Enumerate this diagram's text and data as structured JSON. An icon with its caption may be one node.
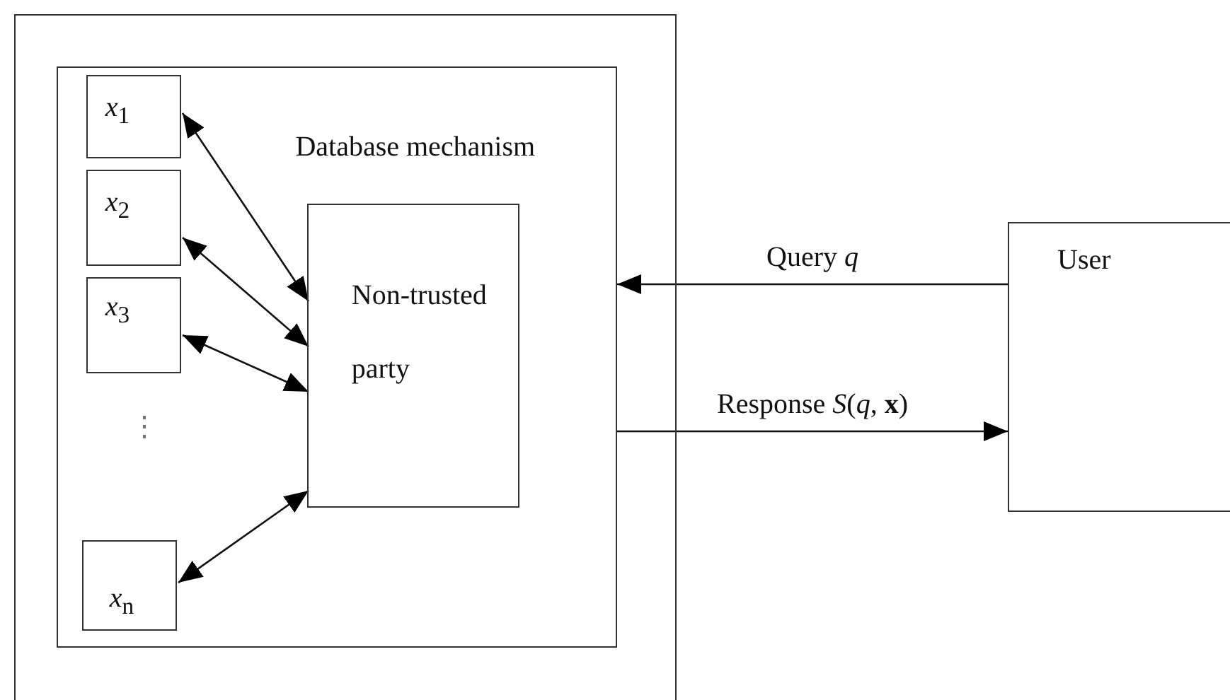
{
  "diagram": {
    "nodes": [
      {
        "text": [],
        "shape": "box"
      },
      {
        "text": [
          "Database mechanism"
        ],
        "in": 0
      },
      {
        "text": [
          "*x*$_{1}$"
        ],
        "in": 1
      },
      {
        "text": [
          "*x*$_{2}$"
        ],
        "in": 1
      },
      {
        "text": [
          "*x*$_{3}$"
        ],
        "in": 1
      },
      {
        "text": [
          "*x*$_{n}$"
        ],
        "in": 1
      },
      {
        "text": [
          "Non-trusted party"
        ],
        "in": 1
      },
      {
        "text": [
          "User"
        ]
      }
    ],
    "edges": [
      {
        "from": 2,
        "to": 6,
        "arrow": "both"
      },
      {
        "from": 3,
        "to": 6,
        "arrow": "both"
      },
      {
        "from": 4,
        "to": 6,
        "arrow": "both"
      },
      {
        "from": 5,
        "to": 6,
        "arrow": "both"
      },
      {
        "from": 7,
        "to": 1,
        "arrow": "to",
        "label": "Query *q*"
      },
      {
        "from": 1,
        "to": 7,
        "arrow": "to",
        "label": "Response *S*(*q*, **x**)"
      }
    ],
    "labels": [
      "⋮"
    ]
  }
}
